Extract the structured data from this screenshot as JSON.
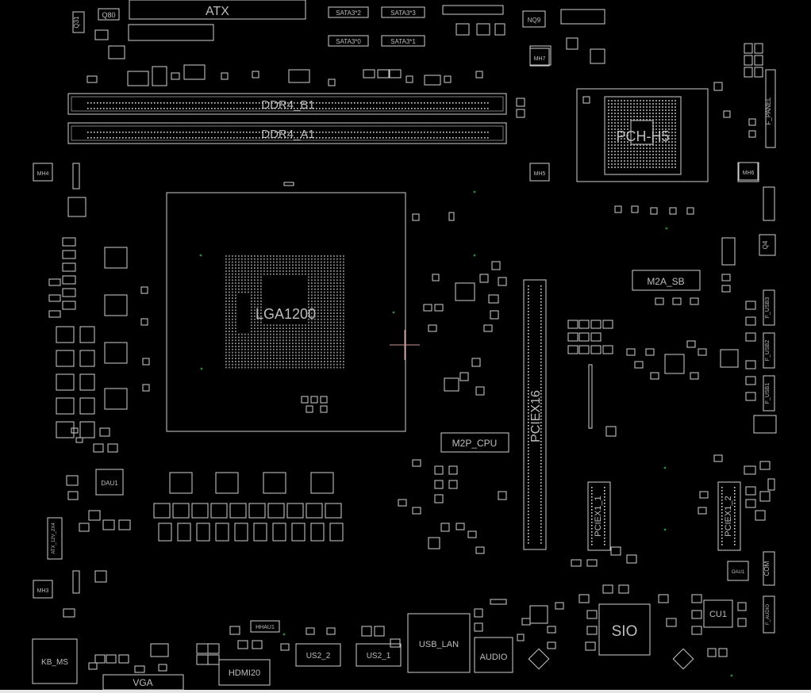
{
  "labels": {
    "atx": "ATX",
    "q80": "Q80",
    "q31": "Q31",
    "sata2": "SATA3*2",
    "sata3": "SATA3*3",
    "sata0": "SATA3*0",
    "sata1": "SATA3*1",
    "nq9": "NQ9",
    "ddr_b1": "DDR4_B1",
    "ddr_a1": "DDR4_A1",
    "pch": "PCH-H5",
    "fpanel": "F_PANEL",
    "mh4": "MH4",
    "mh5": "MH5",
    "mh6": "MH6",
    "mh7": "MH7",
    "mh3": "MH3",
    "cpu_socket": "LGA1200",
    "q4": "Q4",
    "m2a": "M2A_SB",
    "m2p": "M2P_CPU",
    "pciex16": "PCIEX16",
    "pciex1_1": "PCIEX1_1",
    "pciex1_2": "PCIEX1_2",
    "fusb3": "F_USB3",
    "fusb2": "F_USB2",
    "fusb1": "F_USB1",
    "dau1": "DAU1",
    "oau1": "OAU1",
    "com": "COM",
    "sio": "SIO",
    "cu1": "CU1",
    "faudio": "F_AUDIO",
    "kbms": "KB_MS",
    "vga": "VGA",
    "hdmi": "HDMI20",
    "hhau1": "HHAU1",
    "usb2a": "US2_2",
    "usb2b": "US2_1",
    "usblan": "USB_LAN",
    "audio": "AUDIO",
    "atx12v": "ATX_12V_2X4"
  },
  "colors": {
    "background": "#000000",
    "silkscreen": "#cfcfcf",
    "via": "#2c8a3a"
  }
}
